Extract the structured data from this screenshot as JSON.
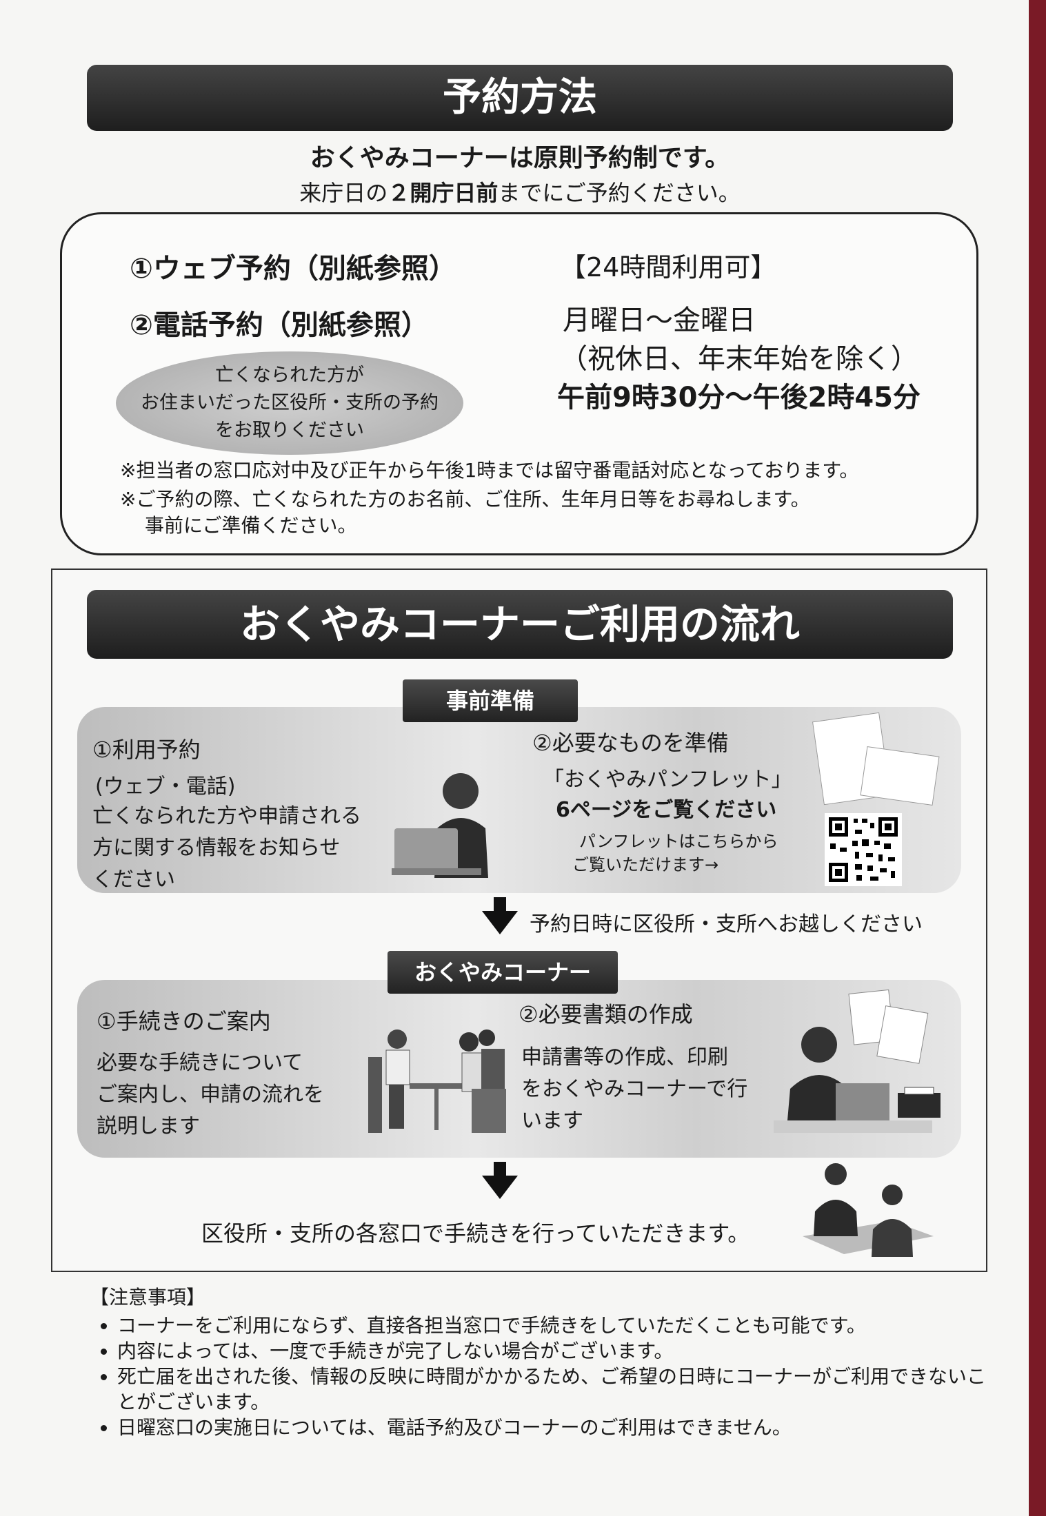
{
  "reservation": {
    "title": "予約方法",
    "lead_line1": "おくやみコーナーは原則予約制です。",
    "lead_line2_pre": "来庁日の",
    "lead_line2_bold": "２開庁日前",
    "lead_line2_post": "までにご予約ください。",
    "web": "①ウェブ予約（別紙参照）",
    "web_hours": "【24時間利用可】",
    "phone": "②電話予約（別紙参照）",
    "phone_days": "月曜日～金曜日",
    "phone_except": "（祝休日、年末年始を除く）",
    "phone_hours": "午前9時30分～午後2時45分",
    "oval_lines": [
      "亡くなられた方が",
      "お住まいだった区役所・支所の予約",
      "をお取りください"
    ],
    "note1": "※担当者の窓口応対中及び正午から午後1時までは留守番電話対応となっております。",
    "note2": "※ご予約の際、亡くなられた方のお名前、ご住所、生年月日等をお尋ねします。",
    "note2b": "事前にご準備ください。"
  },
  "flow": {
    "title": "おくやみコーナーご利用の流れ",
    "prep_tag": "事前準備",
    "step1_title": "①利用予約",
    "step1_sub": "(ウェブ・電話)",
    "step1_lines": [
      "亡くなられた方や申請される",
      "方に関する情報をお知らせ",
      "ください"
    ],
    "step2_title": "②必要なものを準備",
    "step2_line1": "「おくやみパンフレット」",
    "step2_line2": "6ページをご覧ください",
    "step2_small1": "パンフレットはこちらから",
    "step2_small2": "ご覧いただけます→",
    "arrow1_text": "予約日時に区役所・支所へお越しください",
    "corner_tag": "おくやみコーナー",
    "step3_title": "①手続きのご案内",
    "step3_lines": [
      "必要な手続きについて",
      "ご案内し、申請の流れを",
      "説明します"
    ],
    "step4_title": "②必要書類の作成",
    "step4_lines": [
      "申請書等の作成、印刷",
      "をおくやみコーナーで行",
      "います"
    ],
    "final_text": "区役所・支所の各窓口で手続きを行っていただきます。"
  },
  "notes": {
    "heading": "【注意事項】",
    "items": [
      "コーナーをご利用にならず、直接各担当窓口で手続きをしていただくことも可能です。",
      "内容によっては、一度で手続きが完了しない場合がございます。",
      "死亡届を出された後、情報の反映に時間がかかるため、ご希望の日時にコーナーがご利用できないことがございます。",
      "日曜窓口の実施日については、電話予約及びコーナーのご利用はできません。"
    ]
  }
}
